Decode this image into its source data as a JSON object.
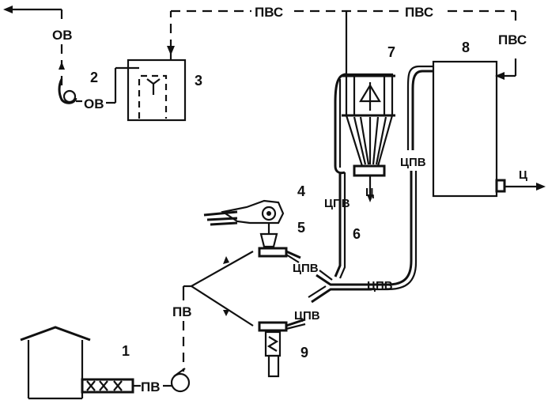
{
  "flow_labels": {
    "ov_top": "ОВ",
    "ov_mid": "ОВ",
    "pvs_1": "ПВС",
    "pvs_2": "ПВС",
    "pvs_3": "ПВС",
    "cpv_cyclone": "ЦПВ",
    "cpv_riser": "ЦПВ",
    "cpv_branch5": "ЦПВ",
    "cpv_manifold": "ЦПВ",
    "cpv_branch9": "ЦПВ",
    "pv_left": "ПВ",
    "pv_bottom": "ПВ",
    "c_cyclone": "Ц",
    "c_tank": "Ц"
  },
  "component_numbers": {
    "n1": "1",
    "n2": "2",
    "n3": "3",
    "n4": "4",
    "n5": "5",
    "n6": "6",
    "n7": "7",
    "n8": "8",
    "n9": "9"
  }
}
